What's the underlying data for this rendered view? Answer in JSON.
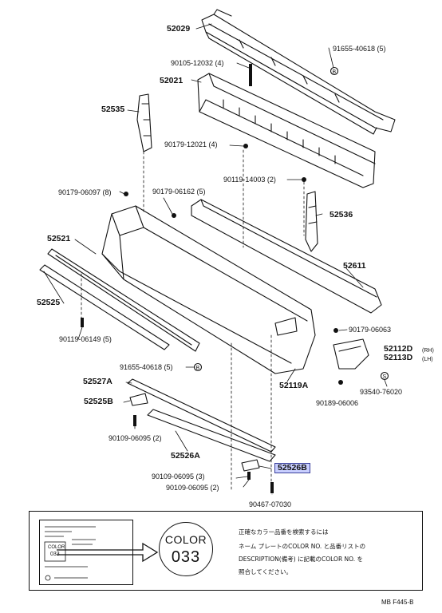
{
  "labels": {
    "p52029": "52029",
    "p91655_a": "91655-40618 (5)",
    "p90105": "90105-12032 (4)",
    "p52021": "52021",
    "p52535": "52535",
    "p90179_12021": "90179-12021 (4)",
    "p90119_14003": "90119-14003 (2)",
    "p90179_06097": "90179-06097 (8)",
    "p90179_06162": "90179-06162 (5)",
    "p52536": "52536",
    "p52521": "52521",
    "p52611": "52611",
    "p52525": "52525",
    "p90119_06149": "90119-06149 (5)",
    "p90179_06063": "90179-06063",
    "p52112D": "52112D",
    "p52112D_rh": "(RH)",
    "p52113D": "52113D",
    "p52113D_lh": "(LH)",
    "p91655_b": "91655-40618 (5)",
    "p52119A": "52119A",
    "p93540": "93540-76020",
    "p52527A": "52527A",
    "p90189": "90189-06006",
    "p52525B": "52525B",
    "p90109_a": "90109-06095 (2)",
    "p52526A": "52526A",
    "p52526B": "52526B",
    "p90109_b": "90109-06095 (3)",
    "p90109_c": "90109-06095 (2)",
    "p90467": "90467-07030"
  },
  "legend": {
    "color_word": "COLOR",
    "color_code": "033",
    "note_lines": [
      "正確なカラー品番を検索するには",
      "ネーム プレートのCOLOR NO. と品番リストの",
      "DESCRIPTION(備考) に記載のCOLOR NO. を",
      "照合してください。"
    ],
    "plate_color": "COLOR",
    "plate_code": "033"
  },
  "footer": "MB F445-B",
  "colors": {
    "highlight": "#c9cfff",
    "ink": "#111111"
  }
}
